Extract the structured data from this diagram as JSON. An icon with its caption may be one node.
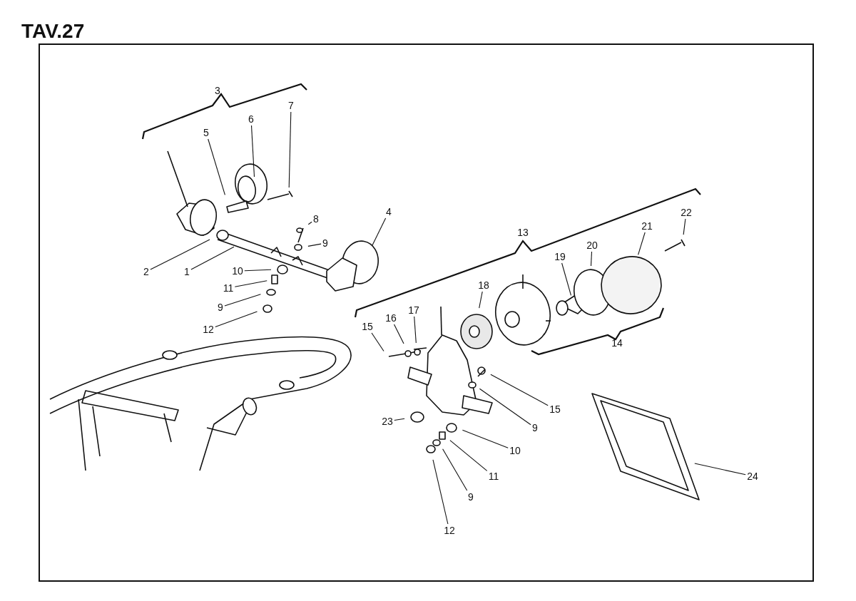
{
  "diagram": {
    "title": "TAV.27",
    "nodes": [
      {
        "text": [
          "7"
        ]
      },
      {
        "text": [
          "6"
        ]
      },
      {
        "text": [
          "5"
        ]
      },
      {
        "text": [
          "8"
        ]
      },
      {
        "text": [
          "4"
        ]
      },
      {
        "text": [
          "9"
        ]
      },
      {
        "text": [
          "2"
        ]
      },
      {
        "text": [
          "1"
        ]
      },
      {
        "text": [
          "22"
        ]
      },
      {
        "text": [
          "21"
        ]
      },
      {
        "text": [
          "20"
        ]
      },
      {
        "text": [
          "19"
        ]
      },
      {
        "text": [
          "10"
        ]
      },
      {
        "text": [
          "11"
        ]
      },
      {
        "text": [
          "9"
        ]
      },
      {
        "text": [
          "12"
        ]
      },
      {
        "text": [
          "18"
        ]
      },
      {
        "text": [
          "17"
        ]
      },
      {
        "text": [
          "16"
        ]
      },
      {
        "text": [
          "15"
        ]
      },
      {
        "text": [
          "15"
        ]
      },
      {
        "text": [
          "9"
        ]
      },
      {
        "text": [
          "23"
        ]
      },
      {
        "text": [
          "10"
        ]
      },
      {
        "text": [
          "11"
        ]
      },
      {
        "text": [
          "9"
        ]
      },
      {
        "text": [
          "24"
        ]
      },
      {
        "text": [
          "12"
        ]
      }
    ],
    "edges": [
      {
        "from": 0,
        "to": null,
        "arrow": "none"
      },
      {
        "from": 1,
        "to": null,
        "arrow": "none"
      },
      {
        "from": 2,
        "to": null,
        "arrow": "none"
      },
      {
        "from": 3,
        "to": null,
        "arrow": "none"
      },
      {
        "from": 4,
        "to": null,
        "arrow": "none"
      },
      {
        "from": 5,
        "to": null,
        "arrow": "none"
      },
      {
        "from": 6,
        "to": null,
        "arrow": "none"
      },
      {
        "from": 7,
        "to": null,
        "arrow": "none"
      },
      {
        "from": 8,
        "to": null,
        "arrow": "none"
      },
      {
        "from": 9,
        "to": null,
        "arrow": "none"
      },
      {
        "from": 10,
        "to": null,
        "arrow": "none"
      },
      {
        "from": 11,
        "to": null,
        "arrow": "none"
      },
      {
        "from": 12,
        "to": null,
        "arrow": "none"
      },
      {
        "from": 13,
        "to": null,
        "arrow": "none"
      },
      {
        "from": 14,
        "to": null,
        "arrow": "none"
      },
      {
        "from": 15,
        "to": null,
        "arrow": "none"
      },
      {
        "from": 16,
        "to": null,
        "arrow": "none"
      },
      {
        "from": 17,
        "to": null,
        "arrow": "none"
      },
      {
        "from": 18,
        "to": null,
        "arrow": "none"
      },
      {
        "from": 19,
        "to": null,
        "arrow": "none"
      },
      {
        "from": 20,
        "to": null,
        "arrow": "none"
      },
      {
        "from": 21,
        "to": null,
        "arrow": "none"
      },
      {
        "from": 22,
        "to": null,
        "arrow": "none"
      },
      {
        "from": 23,
        "to": null,
        "arrow": "none"
      },
      {
        "from": 24,
        "to": null,
        "arrow": "none"
      },
      {
        "from": 25,
        "to": null,
        "arrow": "none"
      },
      {
        "from": 26,
        "to": null,
        "arrow": "none"
      },
      {
        "from": 27,
        "to": null,
        "arrow": "none"
      }
    ],
    "labels": [
      "3",
      "13",
      "14"
    ]
  }
}
